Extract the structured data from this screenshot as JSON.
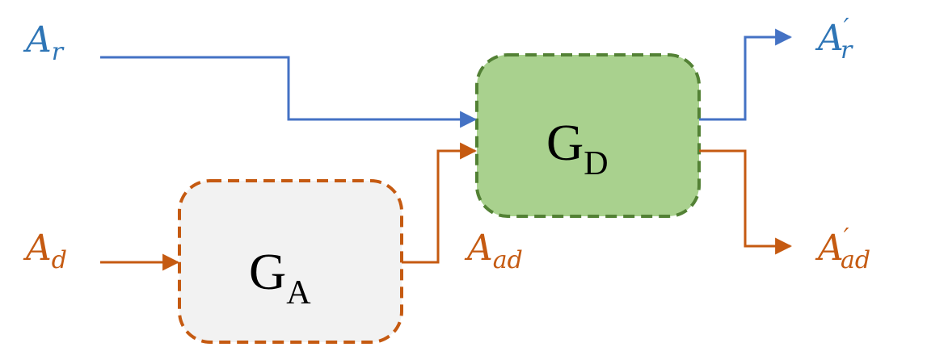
{
  "colors": {
    "blue": "#4472C4",
    "label_blue": "#2E75B6",
    "orange": "#C55A11",
    "green_fill": "#A9D18E",
    "green_border": "#538135",
    "gray_fill": "#F2F2F2"
  },
  "blocks": {
    "ga": {
      "main": "G",
      "sub": "A"
    },
    "gd": {
      "main": "G",
      "sub": "D"
    }
  },
  "labels": {
    "a_r": {
      "main": "A",
      "sub": "r"
    },
    "a_d": {
      "main": "A",
      "sub": "d"
    },
    "a_ad": {
      "main": "A",
      "sub": "ad"
    },
    "a_r_prime": {
      "main": "A",
      "prime": "′",
      "sub": "r"
    },
    "a_ad_prime": {
      "main": "A",
      "prime": "′",
      "sub": "ad"
    }
  }
}
